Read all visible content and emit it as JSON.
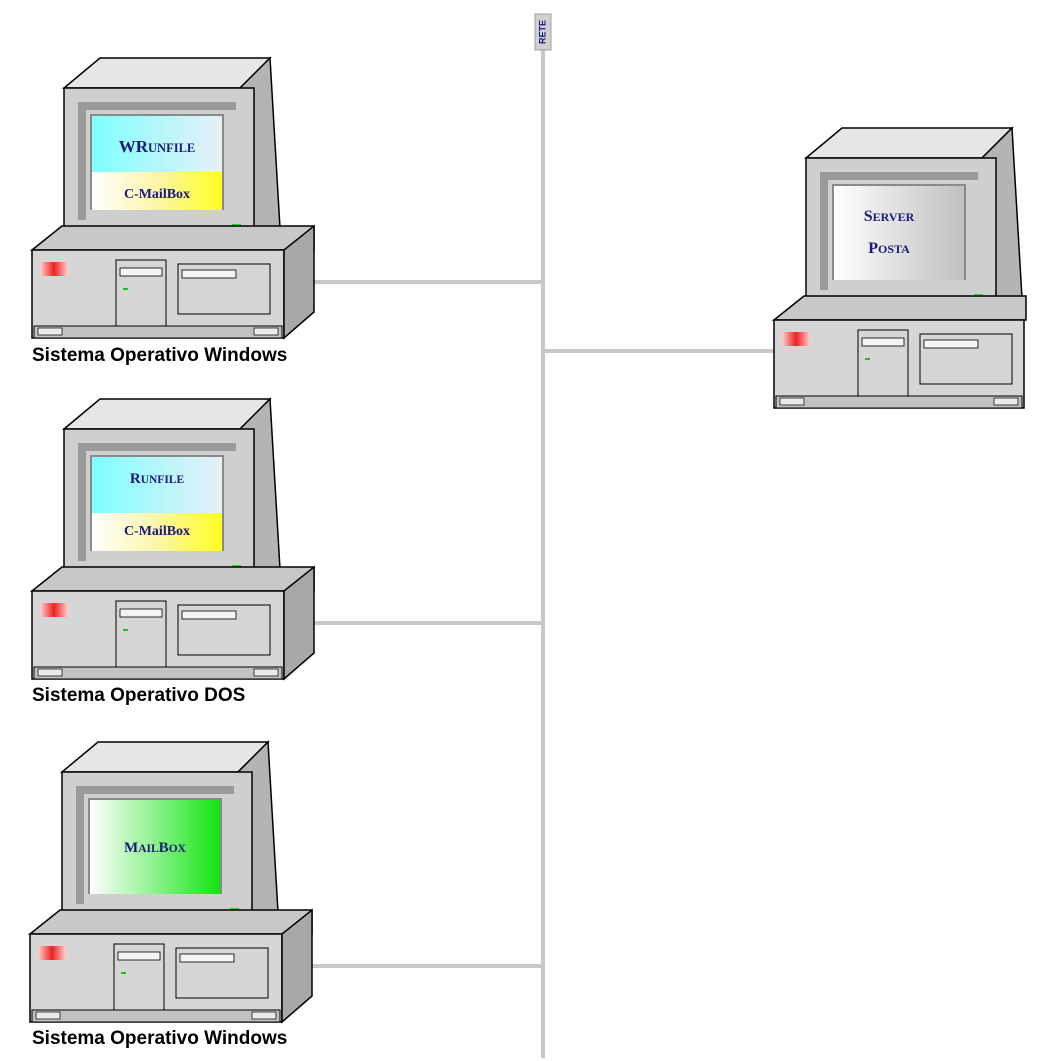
{
  "network": {
    "label": "RETE"
  },
  "computers": [
    {
      "label": "Sistema Operativo Windows",
      "screen": [
        {
          "big": "WR",
          "small": "UNFILE"
        },
        {
          "text": "C-MailBox"
        }
      ]
    },
    {
      "label": "Sistema Operativo DOS",
      "screen": [
        {
          "big": "R",
          "small": "UNFILE"
        },
        {
          "text": "C-MailBox"
        }
      ]
    },
    {
      "label": "Sistema Operativo Windows",
      "screen": [
        {
          "big": "M",
          "small": "AIL",
          "big2": "B",
          "small2": "OX"
        }
      ]
    }
  ],
  "server": {
    "screen": [
      {
        "big": "S",
        "small": "ERVER"
      },
      {
        "big": "P",
        "small": "OSTA"
      }
    ]
  },
  "colors": {
    "cable": "#c8c8c8",
    "screen_text": "#1a1a7a",
    "case": "#d4d4d4"
  }
}
